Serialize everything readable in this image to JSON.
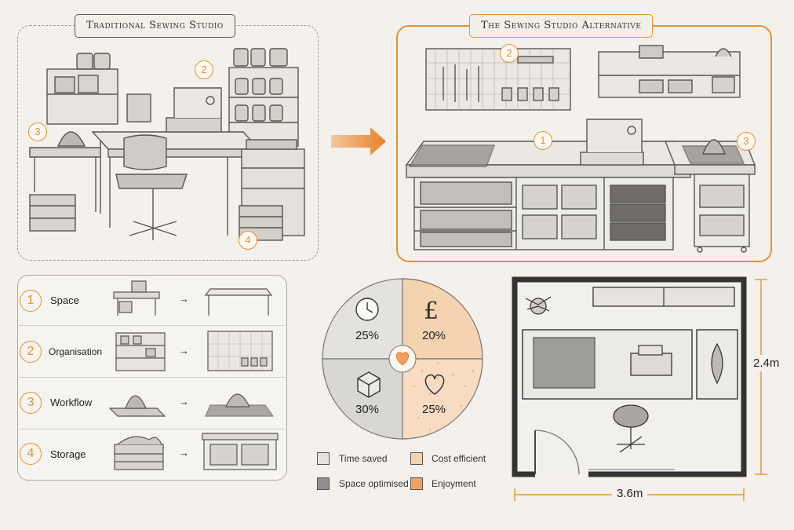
{
  "panels": {
    "traditional": {
      "title": "Traditional Sewing Studio",
      "badges": [
        "2",
        "3",
        "4"
      ]
    },
    "alternative": {
      "title": "The Sewing Studio Alternative",
      "badges": [
        "2",
        "1",
        "3"
      ]
    }
  },
  "comparison": {
    "rows": [
      {
        "num": "1",
        "label": "Space"
      },
      {
        "num": "2",
        "label": "Organisation"
      },
      {
        "num": "3",
        "label": "Workflow"
      },
      {
        "num": "4",
        "label": "Storage"
      }
    ],
    "arrow": "→"
  },
  "pie": {
    "center_icon": "heart-icon",
    "quadrants": [
      {
        "icon": "clock-icon",
        "value": "25%",
        "color": "#e4e2de"
      },
      {
        "icon": "pound-icon",
        "value": "20%",
        "color": "#f6d3b0"
      },
      {
        "icon": "cube-icon",
        "value": "30%",
        "color": "#d9d7d3"
      },
      {
        "icon": "heart-icon",
        "value": "25%",
        "color": "#f8dcc2"
      }
    ],
    "legend": [
      {
        "label": "Time saved",
        "color": "#e4e2de"
      },
      {
        "label": "Cost efficient",
        "color": "#f6d3b0"
      },
      {
        "label": "Space optimised",
        "color": "#8f8f8f"
      },
      {
        "label": "Enjoyment",
        "color": "#f0a060"
      }
    ]
  },
  "floorplan": {
    "height_label": "2.4m",
    "width_label": "3.6m"
  },
  "colors": {
    "accent": "#e8912f",
    "sketch": "#555555"
  }
}
